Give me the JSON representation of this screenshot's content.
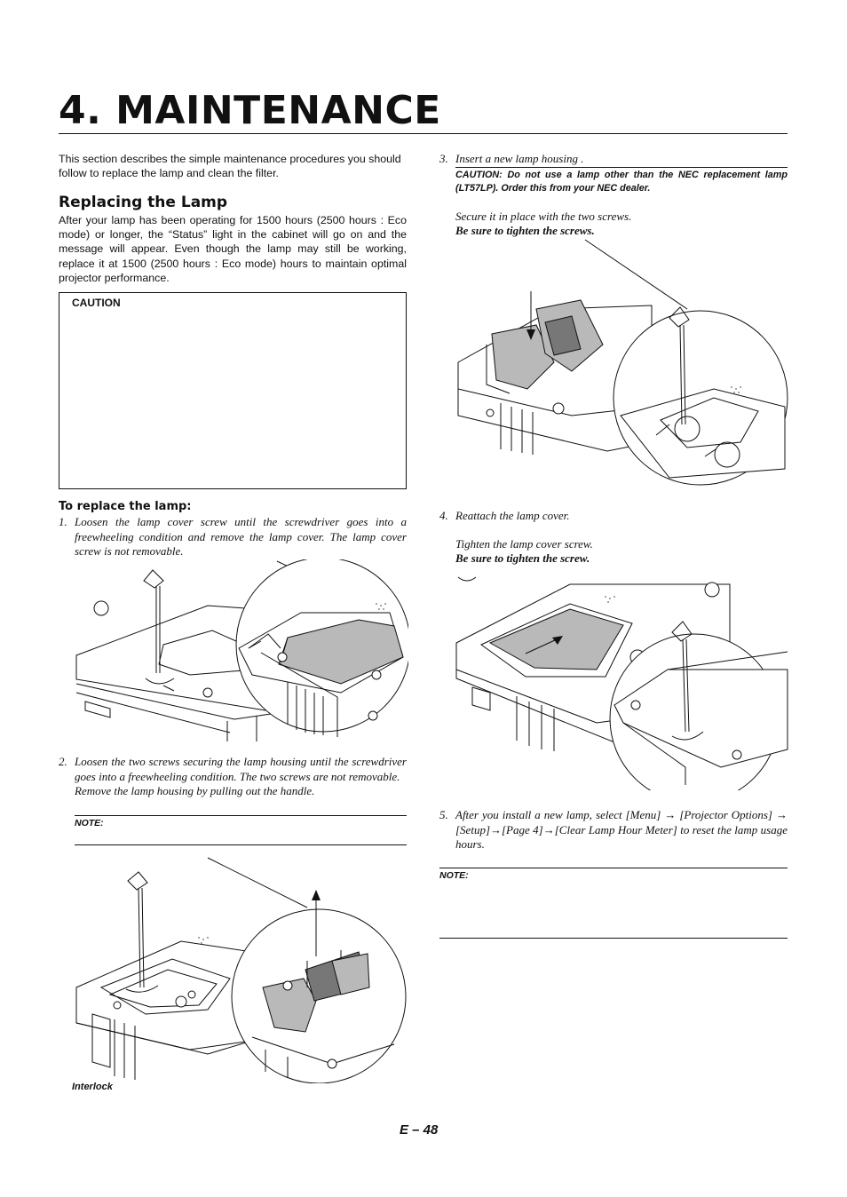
{
  "page": {
    "title": "4. MAINTENANCE",
    "page_number": "E – 48"
  },
  "intro": "This section describes the simple maintenance procedures you should follow to replace the lamp and clean the filter.",
  "replacing": {
    "heading": "Replacing the Lamp",
    "body": "After your lamp has been operating for 1500 hours (2500 hours : Eco mode) or longer, the “Status” light in the cabinet will go on and the message will appear. Even though the lamp may still be working, replace it at 1500 (2500 hours : Eco mode) hours to maintain optimal projector performance.",
    "caution_label": "CAUTION"
  },
  "procedure": {
    "heading": "To replace the lamp:",
    "step1_num": "1.",
    "step1": "Loosen the lamp cover screw until the screwdriver goes into a freewheeling condition and remove the lamp cover. The lamp cover screw is not removable.",
    "step2_num": "2.",
    "step2": "Loosen the two screws securing the lamp housing until the screwdriver goes into a freewheeling condition. The two screws are not removable.",
    "step2b": "Remove the lamp housing by pulling out the handle.",
    "note1_label": "NOTE:",
    "interlock_label": "Interlock",
    "step3_num": "3.",
    "step3": "Insert a new lamp housing .",
    "step3_caution": "CAUTION: Do not use a lamp other than the NEC replacement lamp (LT57LP). Order this from your NEC dealer.",
    "step3b": "Secure it in place with the two screws.",
    "step3c": "Be sure to tighten the screws.",
    "step4_num": "4.",
    "step4": "Reattach the lamp cover.",
    "step4b": "Tighten the lamp cover screw.",
    "step4c": "Be sure to tighten the screw.",
    "step5_num": "5.",
    "step5": "After you install a new lamp, select [Menu] → [Projector Options] → [Setup]→[Page 4]→[Clear Lamp Hour Meter] to reset the lamp usage hours.",
    "note2_label": "NOTE:"
  }
}
